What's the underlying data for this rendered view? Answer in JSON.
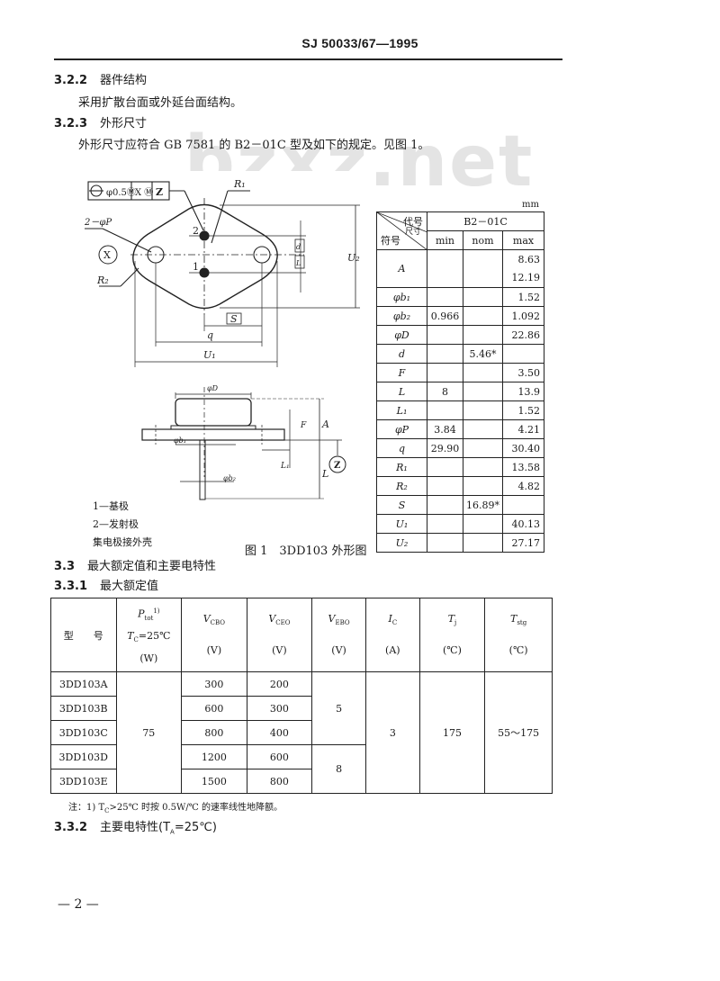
{
  "header": {
    "standard_code": "SJ 50033/67—1995"
  },
  "watermark": "bzxz.net",
  "sections": {
    "s322": {
      "number": "3.2.2",
      "title": "器件结构",
      "body": "采用扩散台面或外延台面结构。"
    },
    "s323": {
      "number": "3.2.3",
      "title": "外形尺寸",
      "body": "外形尺寸应符合 GB 7581 的 B2－01C 型及如下的规定。见图 1。"
    },
    "s33": {
      "number": "3.3",
      "title": "最大额定值和主要电特性"
    },
    "s331": {
      "number": "3.3.1",
      "title": "最大额定值"
    },
    "s332": {
      "number": "3.3.2",
      "title": "主要电特性(T",
      "sub": "A",
      "tail": "=25℃)"
    }
  },
  "figure1": {
    "caption": "图 1　3DD103 外形图",
    "tolerance_frame": {
      "symbol": "⌖",
      "value": "φ0.5Ⓜ",
      "datum1": "X Ⓜ",
      "datum2": "Z"
    },
    "labels": {
      "R1": "R₁",
      "R2": "R₂",
      "P": "2－φP",
      "X": "X",
      "Z": "Z",
      "pin1": "1",
      "pin2": "2",
      "S": "S",
      "q": "q",
      "U1": "U₁",
      "U2": "U₂",
      "L1": "L",
      "d": "d",
      "phiD": "φD",
      "F": "F",
      "A": "A",
      "L": "L",
      "b1": "φb₁",
      "b2": "φb₂",
      "L1s": "L₁"
    },
    "legend": [
      "1—基极",
      "2—发射极",
      "集电极接外壳"
    ]
  },
  "dimension_table": {
    "unit": "mm",
    "corner": {
      "top": "代号",
      "mid": "尺寸",
      "bottom": "符号"
    },
    "type_header": "B2－01C",
    "columns": [
      "min",
      "nom",
      "max"
    ],
    "rows": [
      {
        "symbol": "A",
        "min": "",
        "nom": "",
        "max": "8.63\n12.19",
        "max1": "8.63",
        "max2": "12.19"
      },
      {
        "symbol": "φb₁",
        "min": "",
        "nom": "",
        "max": "1.52"
      },
      {
        "symbol": "φb₂",
        "min": "0.966",
        "nom": "",
        "max": "1.092"
      },
      {
        "symbol": "φD",
        "min": "",
        "nom": "",
        "max": "22.86"
      },
      {
        "symbol": "d",
        "min": "",
        "nom": "5.46*",
        "max": ""
      },
      {
        "symbol": "F",
        "min": "",
        "nom": "",
        "max": "3.50"
      },
      {
        "symbol": "L",
        "min": "8",
        "nom": "",
        "max": "13.9"
      },
      {
        "symbol": "L₁",
        "min": "",
        "nom": "",
        "max": "1.52"
      },
      {
        "symbol": "φP",
        "min": "3.84",
        "nom": "",
        "max": "4.21"
      },
      {
        "symbol": "q",
        "min": "29.90",
        "nom": "",
        "max": "30.40"
      },
      {
        "symbol": "R₁",
        "min": "",
        "nom": "",
        "max": "13.58"
      },
      {
        "symbol": "R₂",
        "min": "",
        "nom": "",
        "max": "4.82"
      },
      {
        "symbol": "S",
        "min": "",
        "nom": "16.89*",
        "max": ""
      },
      {
        "symbol": "U₁",
        "min": "",
        "nom": "",
        "max": "40.13"
      },
      {
        "symbol": "U₂",
        "min": "",
        "nom": "",
        "max": "27.17"
      }
    ]
  },
  "ratings_table": {
    "headers": {
      "model": "型　　号",
      "ptot": {
        "sym": "P",
        "sub": "tot",
        "sup": "1)",
        "cond": "T",
        "cond_sub": "C",
        "cond_tail": "=25℃",
        "unit": "(W)"
      },
      "vcbo": {
        "sym": "V",
        "sub": "CBO",
        "unit": "(V)"
      },
      "vceo": {
        "sym": "V",
        "sub": "CEO",
        "unit": "(V)"
      },
      "vebo": {
        "sym": "V",
        "sub": "EBO",
        "unit": "(V)"
      },
      "ic": {
        "sym": "I",
        "sub": "C",
        "unit": "(A)"
      },
      "tj": {
        "sym": "T",
        "sub": "j",
        "unit": "(℃)"
      },
      "tstg": {
        "sym": "T",
        "sub": "stg",
        "unit": "(℃)"
      }
    },
    "rows": [
      {
        "model": "3DD103A",
        "vcbo": "300",
        "vceo": "200"
      },
      {
        "model": "3DD103B",
        "vcbo": "600",
        "vceo": "300"
      },
      {
        "model": "3DD103C",
        "vcbo": "800",
        "vceo": "400"
      },
      {
        "model": "3DD103D",
        "vcbo": "1200",
        "vceo": "600"
      },
      {
        "model": "3DD103E",
        "vcbo": "1500",
        "vceo": "800"
      }
    ],
    "merged": {
      "ptot": "75",
      "vebo_ac": "5",
      "vebo_de": "8",
      "ic": "3",
      "tj": "175",
      "tstg": "55～175"
    },
    "note": "注：1) T",
    "note_sub": "C",
    "note_tail": ">25℃ 时按 0.5W/℃ 的速率线性地降额。"
  },
  "footer": {
    "page_number": "— 2 —"
  }
}
